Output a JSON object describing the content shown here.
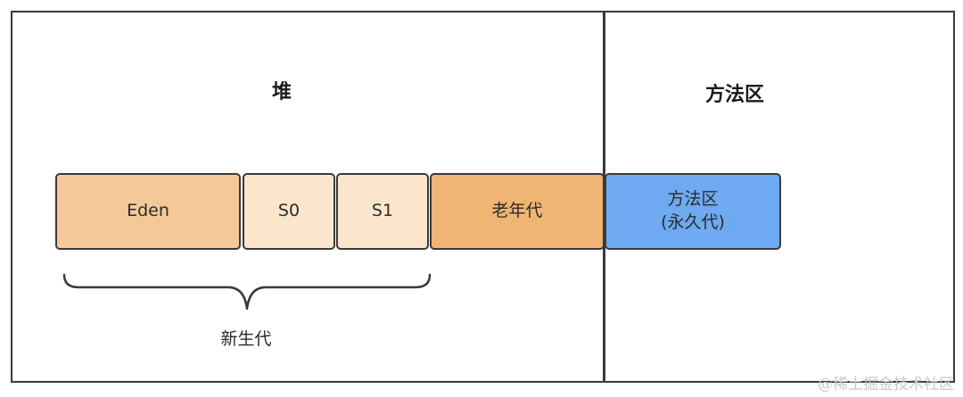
{
  "heap": {
    "title": "堆",
    "eden": "Eden",
    "s0": "S0",
    "s1": "S1",
    "old_gen": "老年代",
    "young_gen_label": "新生代"
  },
  "method_area": {
    "title": "方法区",
    "box_line1": "方法区",
    "box_line2": "(永久代)"
  },
  "colors": {
    "eden": "#f5c89a",
    "survivor": "#fbe5cc",
    "old_gen": "#f0b574",
    "method_area": "#6ea9f2",
    "border": "#3a3a3a"
  },
  "watermark": "@稀土掘金技术社区"
}
